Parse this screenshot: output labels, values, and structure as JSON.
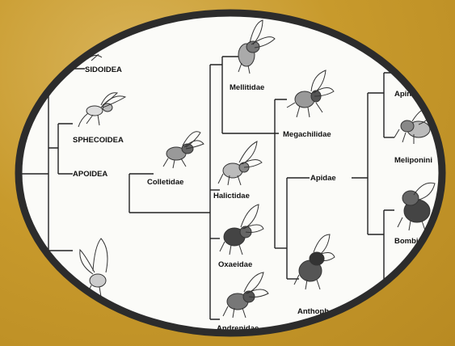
{
  "labels": {
    "sidoidea": "SIDOIDEA",
    "sphecoidea": "SPHECOIDEA",
    "apoidea": "APOIDEA",
    "colletidae": "Colletidae",
    "melittidae": "Mellitidae",
    "megachilidae": "Megachilidae",
    "halictidae": "Halictidae",
    "oxaeidae": "Oxaeidae",
    "andrenidae": "Andrenidae",
    "apidae": "Apidae",
    "anthophoridae": "Anthoph",
    "apini": "Apini",
    "meliponini": "Meliponini",
    "bombini": "Bombin"
  },
  "icons": [
    "wasp-icon",
    "bee-icon"
  ]
}
